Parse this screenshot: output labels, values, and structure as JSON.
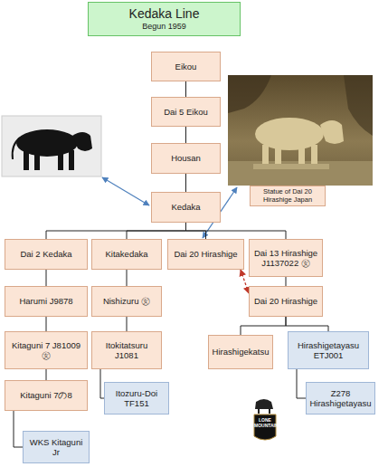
{
  "diagram": {
    "title": "Kedaka Line",
    "nodes": [
      {
        "text": [
          "Kedaka Line",
          "Begun 1959"
        ]
      },
      {
        "text": [
          "Eikou"
        ]
      },
      {
        "text": [
          "Dai 5 Eikou"
        ]
      },
      {
        "text": [
          "Housan"
        ]
      },
      {
        "text": [
          "Statue of Dai 20 Hirashige Japan"
        ]
      },
      {
        "text": [
          "Kedaka"
        ]
      },
      {
        "text": [
          "Dai 2 Kedaka"
        ]
      },
      {
        "text": [
          "Kitakedaka"
        ]
      },
      {
        "text": [
          "Dai 20 Hirashige"
        ]
      },
      {
        "text": [
          "Dai 13 Hirashige J1137022 ㊛"
        ]
      },
      {
        "text": [
          "Harumi J9878"
        ]
      },
      {
        "text": [
          "Nishizuru ㊛"
        ]
      },
      {
        "text": [
          "Dai 20 Hirashige"
        ]
      },
      {
        "text": [
          "Kitaguni 7 J81009 ㊛"
        ]
      },
      {
        "text": [
          "Itokitatsuru J1081"
        ]
      },
      {
        "text": [
          "Hirashigekatsu"
        ]
      },
      {
        "text": [
          "Hirashigetayasu ETJ001"
        ]
      },
      {
        "text": [
          "Kitaguni 7の8"
        ]
      },
      {
        "text": [
          "Itozuru-Doi TF151"
        ]
      },
      {
        "text": [
          "Z278 Hirashigetayasu"
        ]
      },
      {
        "text": [
          "WKS Kitaguni Jr"
        ]
      }
    ],
    "edges": [
      {
        "from": 1,
        "to": 2,
        "arrow": "none"
      },
      {
        "from": 2,
        "to": 3,
        "arrow": "none"
      },
      {
        "from": 3,
        "to": 5,
        "arrow": "none"
      },
      {
        "from": 5,
        "to": 6,
        "arrow": "none"
      },
      {
        "from": 5,
        "to": 7,
        "arrow": "none"
      },
      {
        "from": 5,
        "to": 8,
        "arrow": "none"
      },
      {
        "from": 5,
        "to": 9,
        "arrow": "none"
      },
      {
        "from": 6,
        "to": 10,
        "arrow": "none"
      },
      {
        "from": 10,
        "to": 13,
        "arrow": "none"
      },
      {
        "from": 13,
        "to": 17,
        "arrow": "none"
      },
      {
        "from": 17,
        "to": 20,
        "arrow": "none"
      },
      {
        "from": 7,
        "to": 11,
        "arrow": "none"
      },
      {
        "from": 11,
        "to": 14,
        "arrow": "none"
      },
      {
        "from": 14,
        "to": 18,
        "arrow": "none"
      },
      {
        "from": 9,
        "to": 12,
        "arrow": "none"
      },
      {
        "from": 8,
        "to": 12,
        "arrow": "both"
      },
      {
        "from": 12,
        "to": 15,
        "arrow": "none"
      },
      {
        "from": 12,
        "to": 16,
        "arrow": "none"
      },
      {
        "from": 16,
        "to": 19,
        "arrow": "none"
      }
    ],
    "labels": [
      "LONE MOUNTAIN"
    ]
  }
}
